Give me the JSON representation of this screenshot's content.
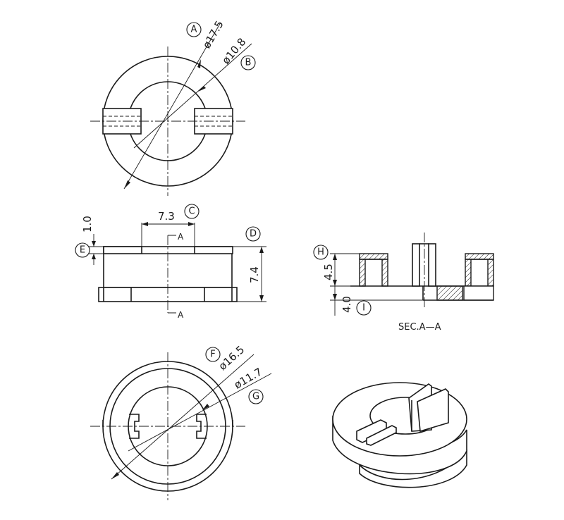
{
  "callouts": {
    "A": "A",
    "B": "B",
    "C": "C",
    "D": "D",
    "E": "E",
    "F": "F",
    "G": "G",
    "H": "H",
    "I": "I"
  },
  "dimensions": {
    "outer_dia_top": "ø17.5",
    "inner_dia_top": "ø10.8",
    "slot_width": "7.3",
    "flange_height": "1.0",
    "total_height": "7.4",
    "outer_dia_bottom": "ø16.5",
    "inner_dia_bottom": "ø11.7",
    "section_height_upper": "4.5",
    "section_height_lower": "4.0"
  },
  "section_marks": {
    "upper": "A",
    "lower": "A"
  },
  "section_caption": "SEC.A—A"
}
